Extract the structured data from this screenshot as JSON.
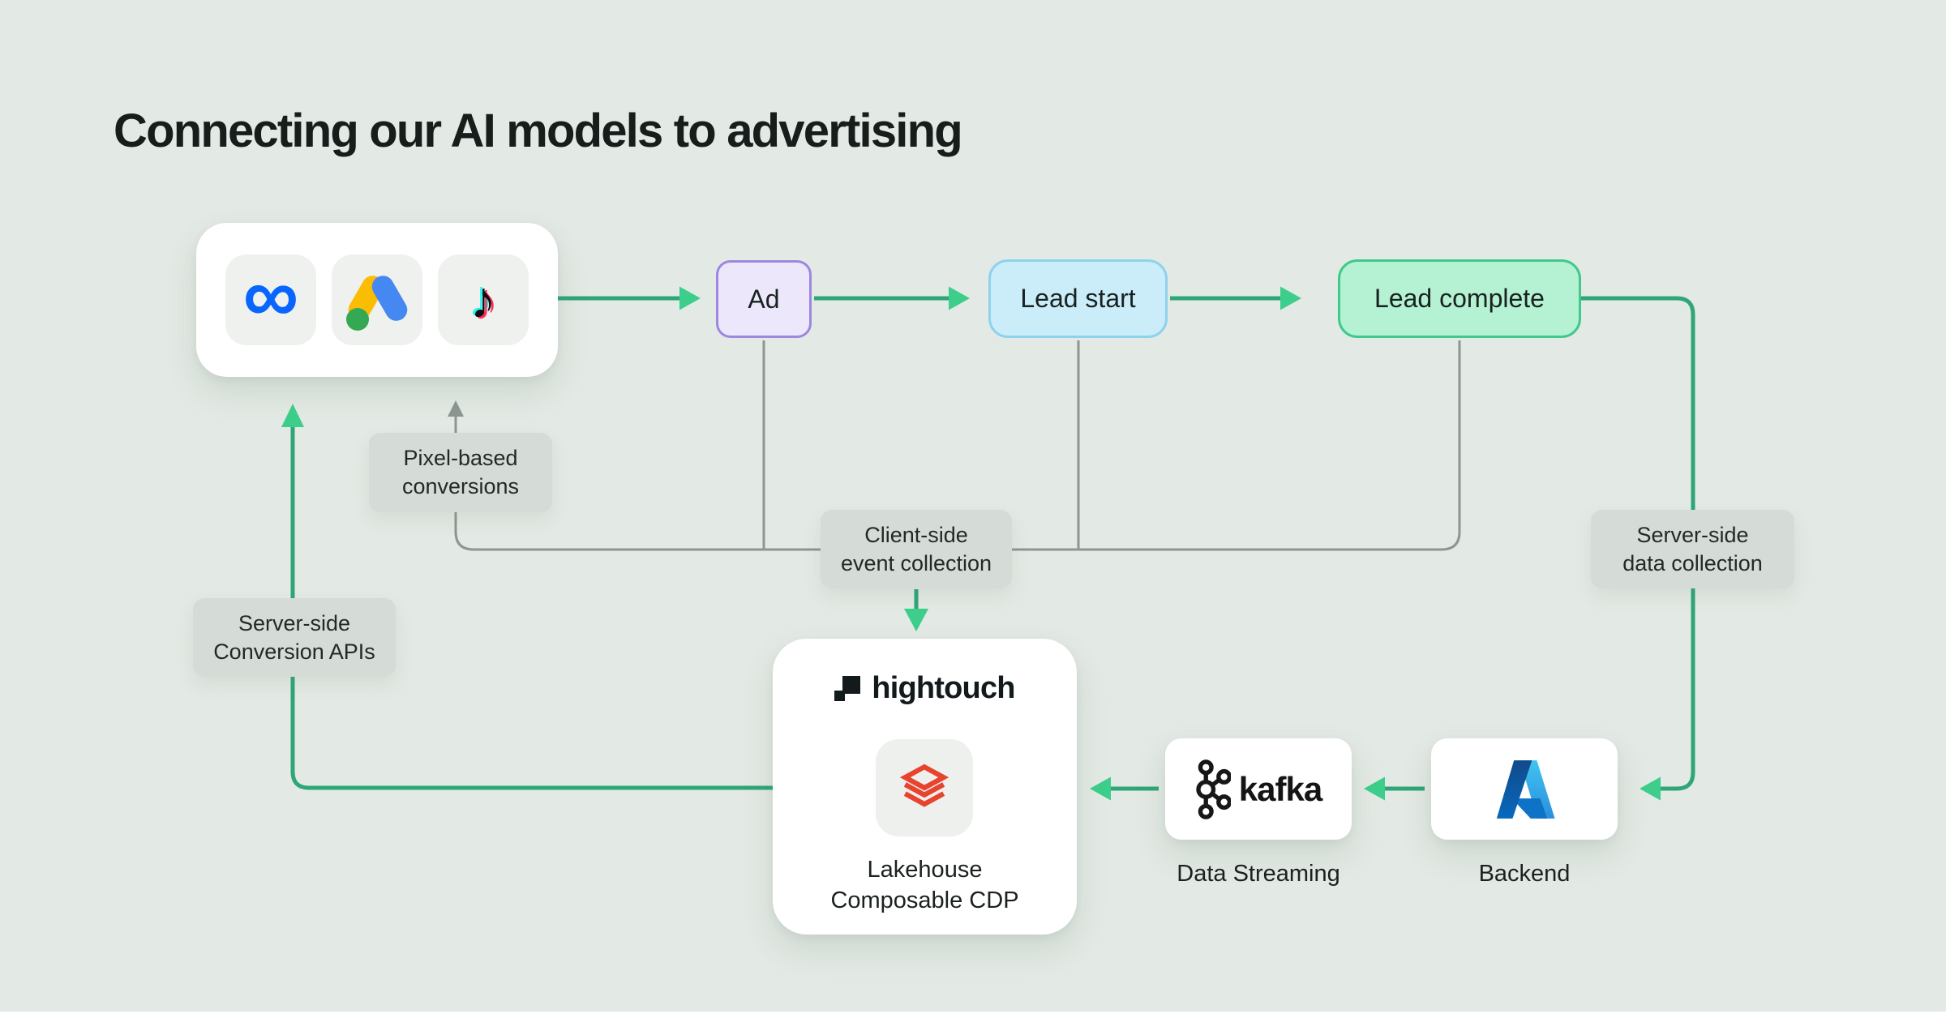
{
  "title": "Connecting our AI models to advertising",
  "platforms": {
    "meta_glyph": "∞",
    "tiktok_glyph": "♪"
  },
  "nodes": {
    "ad": "Ad",
    "lead_start": "Lead start",
    "lead_complete": "Lead complete"
  },
  "flow_labels": {
    "pixel_line1": "Pixel-based",
    "pixel_line2": "conversions",
    "client_line1": "Client-side",
    "client_line2": "event collection",
    "server_data_line1": "Server-side",
    "server_data_line2": "data collection",
    "server_api_line1": "Server-side",
    "server_api_line2": "Conversion APIs"
  },
  "hightouch": {
    "wordmark": "hightouch",
    "caption_line1": "Lakehouse",
    "caption_line2": "Composable CDP"
  },
  "kafka": {
    "wordmark": "kafka",
    "caption": "Data Streaming"
  },
  "azure": {
    "caption": "Backend"
  },
  "colors": {
    "background": "#e3e9e4",
    "green_line": "#2ea677",
    "green_arrowhead": "#3dce8b",
    "gray_line": "#8e9692",
    "label_background": "#d5dbd6",
    "ad_fill": "#ece7fa",
    "ad_border": "#9c87e1",
    "lead_start_fill": "#cbedf9",
    "lead_start_border": "#8fd2ee",
    "lead_complete_fill": "#b5f1d3",
    "lead_complete_border": "#3fc98b",
    "meta_blue": "#0866ff",
    "google_ads_yellow": "#fbbc04",
    "google_ads_blue": "#4688f1",
    "google_ads_green": "#34a853",
    "tiktok_cyan": "#25f4ee",
    "tiktok_red": "#fe2c55",
    "databricks_red": "#e8432e",
    "azure_blue_dark": "#114a8b",
    "azure_blue_light": "#2892df"
  }
}
